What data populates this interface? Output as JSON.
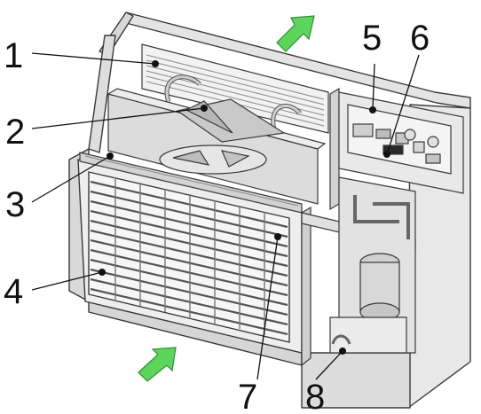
{
  "figure": {
    "callouts": [
      {
        "number": "1"
      },
      {
        "number": "2"
      },
      {
        "number": "3"
      },
      {
        "number": "4"
      },
      {
        "number": "5"
      },
      {
        "number": "6"
      },
      {
        "number": "7"
      },
      {
        "number": "8"
      }
    ],
    "airflow_arrow_color": "#5bd65b",
    "airflow_arrow_outline": "#2f8f2f",
    "icons": [
      "airflow-out-arrow-icon",
      "airflow-in-arrow-icon"
    ]
  }
}
